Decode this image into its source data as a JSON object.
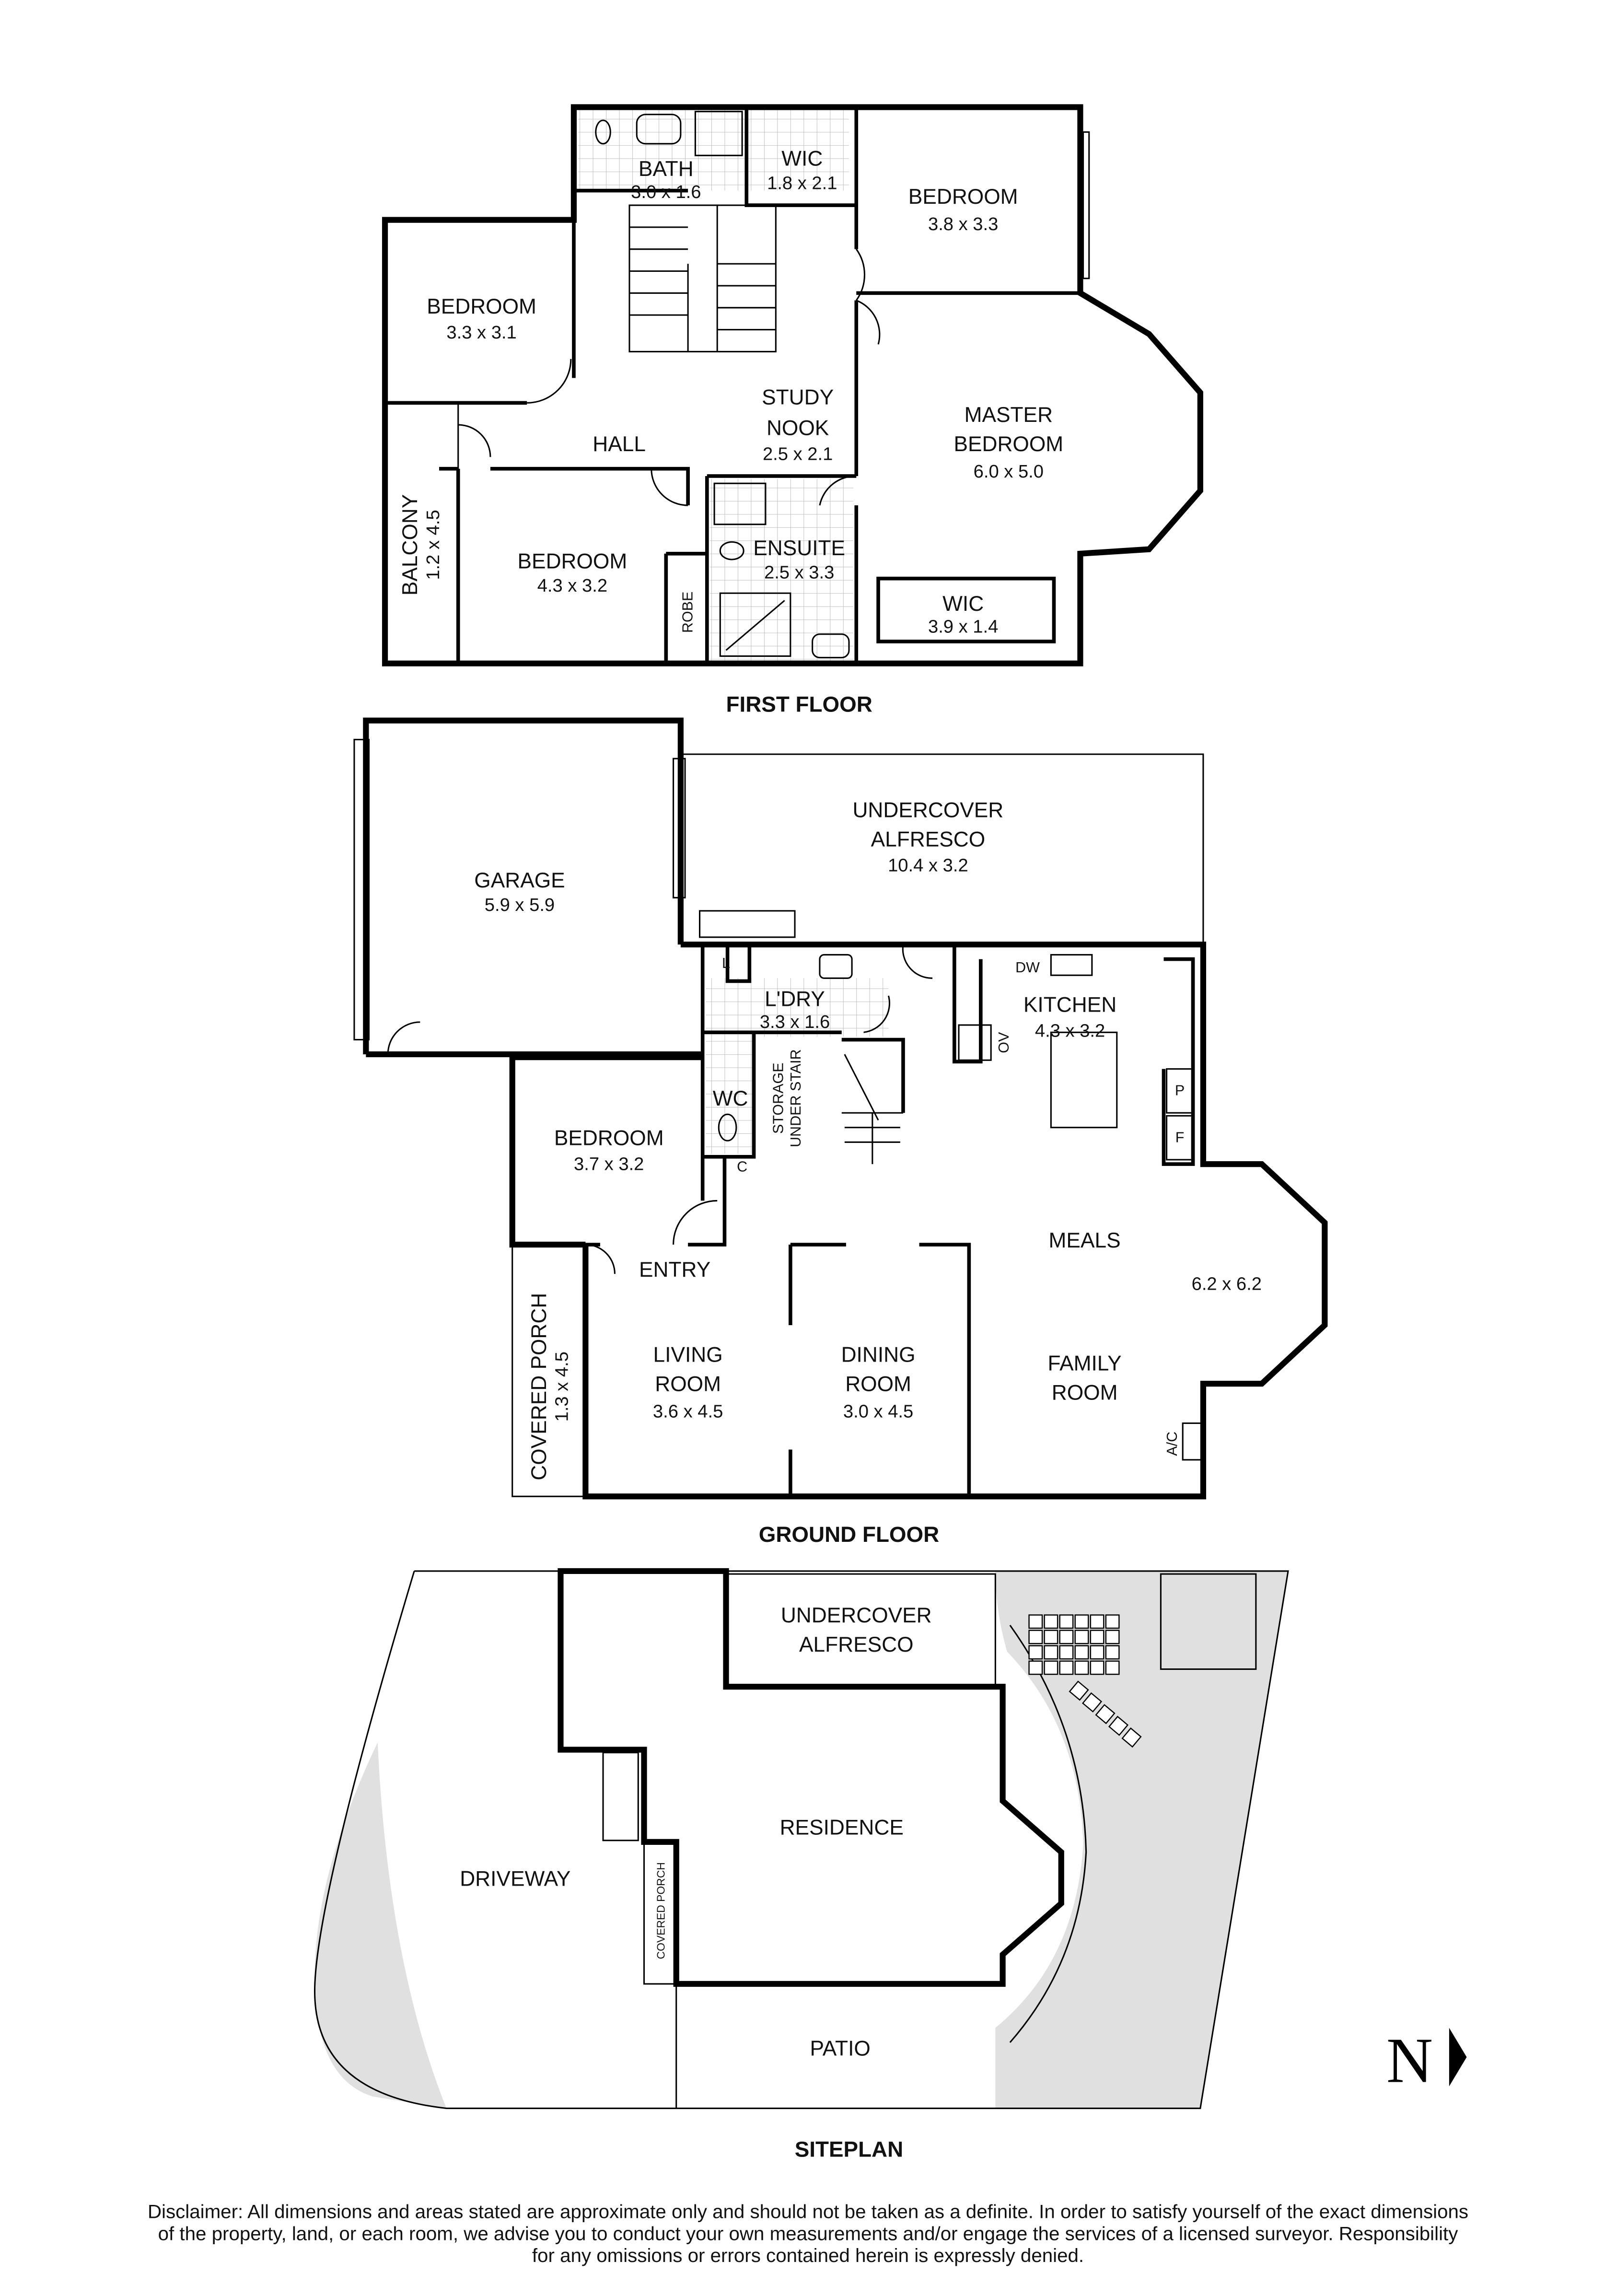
{
  "first_floor": {
    "title": "FIRST FLOOR",
    "rooms": [
      {
        "name": "BATH",
        "dims": "3.0 x 1.6"
      },
      {
        "name": "WIC",
        "dims": "1.8 x 2.1"
      },
      {
        "name": "BEDROOM",
        "dims": "3.8 x 3.3"
      },
      {
        "name": "BEDROOM",
        "dims": "3.3 x 3.1"
      },
      {
        "name": "HALL"
      },
      {
        "name": "STUDY",
        "name2": "NOOK",
        "dims": "2.5 x 2.1"
      },
      {
        "name": "MASTER",
        "name2": "BEDROOM",
        "dims": "6.0 x 5.0"
      },
      {
        "name": "BALCONY",
        "dims": "1.2 x 4.5"
      },
      {
        "name": "BEDROOM",
        "dims": "4.3 x 3.2"
      },
      {
        "name": "ENSUITE",
        "dims": "2.5 x 3.3"
      },
      {
        "name": "ROBE"
      },
      {
        "name": "WIC",
        "dims": "3.9 x 1.4"
      }
    ]
  },
  "ground_floor": {
    "title": "GROUND FLOOR",
    "rooms": [
      {
        "name": "GARAGE",
        "dims": "5.9 x 5.9"
      },
      {
        "name": "UNDERCOVER",
        "name2": "ALFRESCO",
        "dims": "10.4 x 3.2"
      },
      {
        "name": "L'DRY",
        "dims": "3.3 x 1.6"
      },
      {
        "name": "KITCHEN",
        "dims": "4.3 x 3.2"
      },
      {
        "name": "WC"
      },
      {
        "name": "STORAGE",
        "name2": "UNDER STAIR"
      },
      {
        "name": "BEDROOM",
        "dims": "3.7 x 3.2"
      },
      {
        "name": "ENTRY"
      },
      {
        "name": "MEALS"
      },
      {
        "name": "FAMILY",
        "name2": "ROOM",
        "dims": "6.2 x 6.2"
      },
      {
        "name": "COVERED PORCH",
        "dims": "1.3 x 4.5"
      },
      {
        "name": "LIVING",
        "name2": "ROOM",
        "dims": "3.6 x 4.5"
      },
      {
        "name": "DINING",
        "name2": "ROOM",
        "dims": "3.0 x 4.5"
      }
    ],
    "fixtures": {
      "linen": "L",
      "dishwasher": "DW",
      "oven": "OV",
      "pantry": "P",
      "fridge": "F",
      "cupboard": "C",
      "aircon": "A/C"
    }
  },
  "siteplan": {
    "title": "SITEPLAN",
    "labels": {
      "alfresco1": "UNDERCOVER",
      "alfresco2": "ALFRESCO",
      "residence": "RESIDENCE",
      "driveway": "DRIVEWAY",
      "porch": "COVERED PORCH",
      "patio": "PATIO"
    }
  },
  "north": {
    "label": "N",
    "icon": "north-arrow-icon"
  },
  "disclaimer": [
    "Disclaimer: All dimensions and areas stated are approximate only and should not be taken as a definite. In order to satisfy yourself of the exact dimensions",
    "of the property, land, or each room, we advise you to conduct your own measurements and/or engage the services of a licensed surveyor. Responsibility",
    "for any omissions or errors contained herein is expressly denied."
  ],
  "colors": {
    "wall": "#000000",
    "site_shading": "#e0e0e0",
    "tiles": "#bbbbbb"
  }
}
